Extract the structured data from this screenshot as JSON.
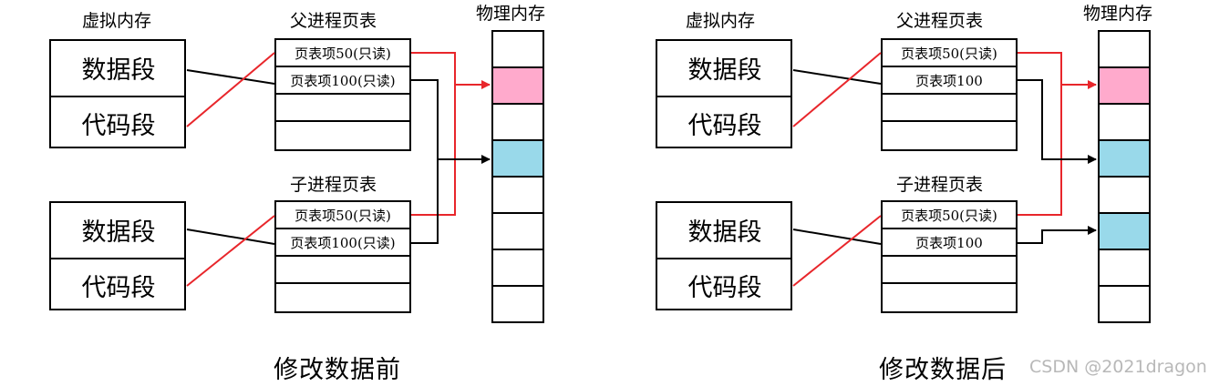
{
  "left": {
    "virtual_memory_title": "虚拟内存",
    "parent_table_title": "父进程页表",
    "child_table_title": "子进程页表",
    "physical_memory_title": "物理内存",
    "parent_virtual": {
      "data_segment": "数据段",
      "code_segment": "代码段"
    },
    "child_virtual": {
      "data_segment": "数据段",
      "code_segment": "代码段"
    },
    "parent_entries": [
      "页表项50(只读)",
      "页表项100(只读)",
      "",
      ""
    ],
    "child_entries": [
      "页表项50(只读)",
      "页表项100(只读)",
      "",
      ""
    ],
    "caption": "修改数据前"
  },
  "right": {
    "virtual_memory_title": "虚拟内存",
    "parent_table_title": "父进程页表",
    "child_table_title": "子进程页表",
    "physical_memory_title": "物理内存",
    "parent_virtual": {
      "data_segment": "数据段",
      "code_segment": "代码段"
    },
    "child_virtual": {
      "data_segment": "数据段",
      "code_segment": "代码段"
    },
    "parent_entries": [
      "页表项50(只读)",
      "页表项100",
      "",
      ""
    ],
    "child_entries": [
      "页表项50(只读)",
      "页表项100",
      "",
      ""
    ],
    "caption": "修改数据后"
  },
  "colors": {
    "shared_page": "#ffaacc",
    "data_page": "#99d9ea",
    "shared_link": "#e8262b",
    "data_link": "#000000"
  },
  "watermark": "CSDN @2021dragon"
}
